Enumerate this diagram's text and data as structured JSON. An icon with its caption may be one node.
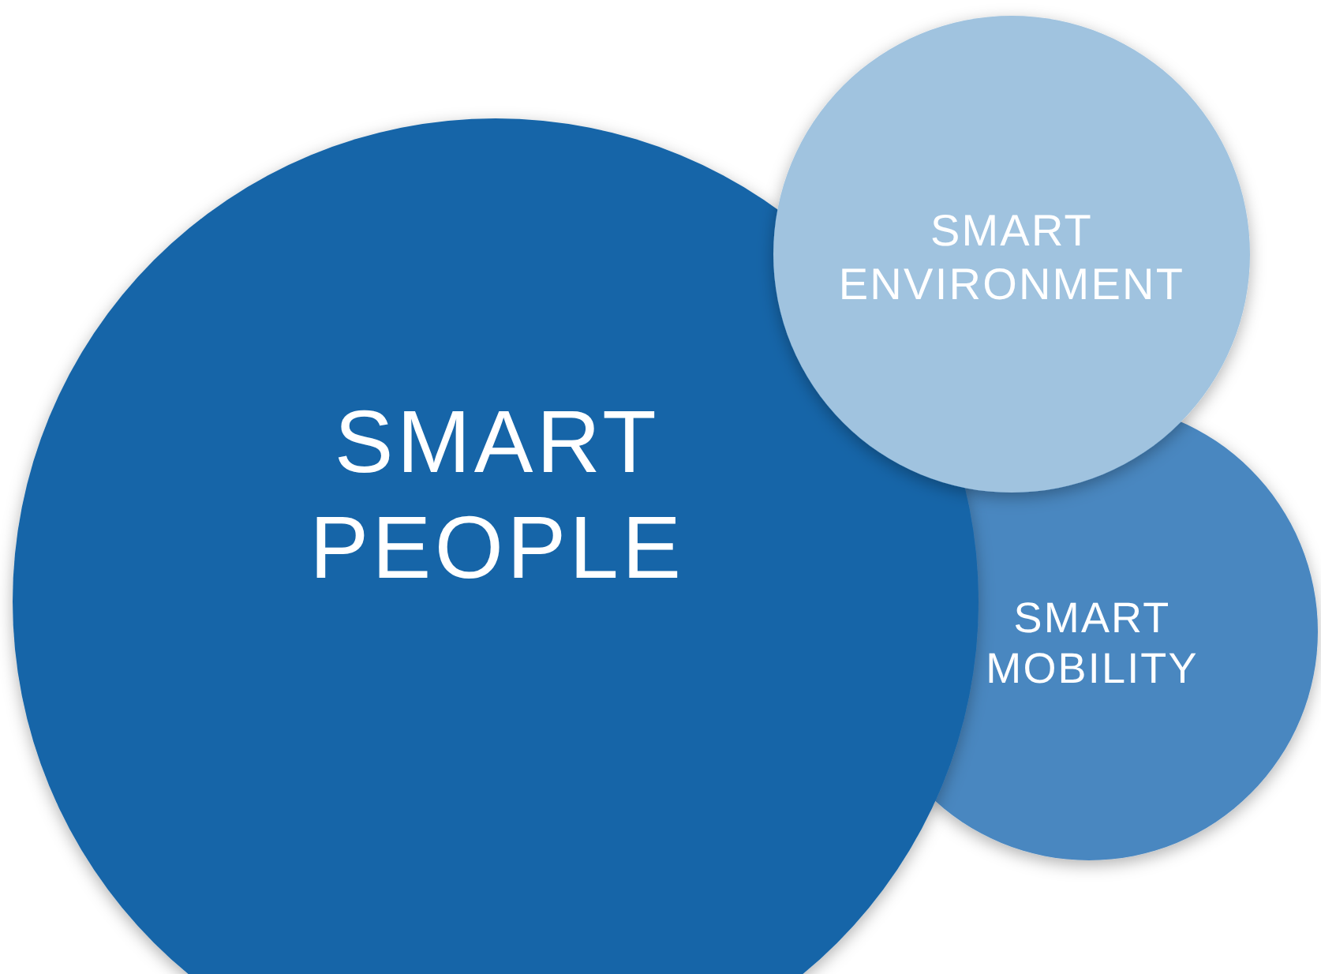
{
  "diagram": {
    "nodes": [
      {
        "text": [
          "SMART PEOPLE"
        ]
      },
      {
        "text": [
          "SMART ENVIRONMENT"
        ]
      },
      {
        "text": [
          "SMART MOBILITY"
        ]
      }
    ]
  }
}
